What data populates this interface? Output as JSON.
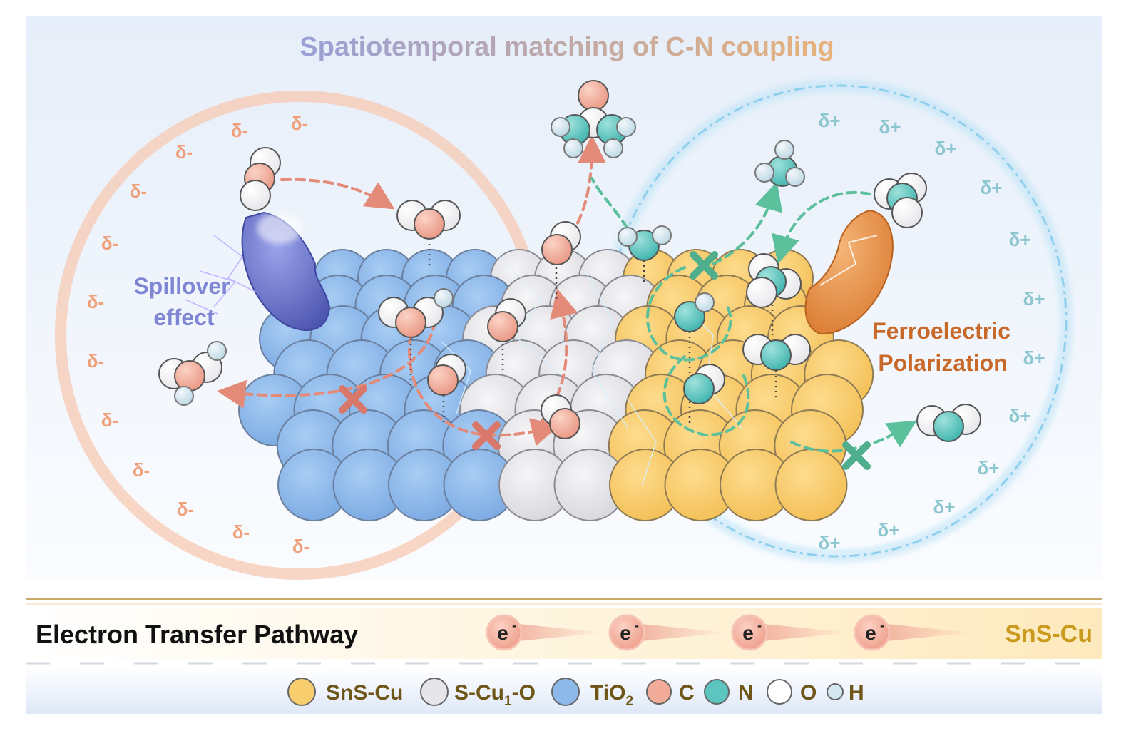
{
  "title": "Spatiotemporal matching of C-N coupling",
  "left_label": {
    "line1": "Spillover",
    "line2": "effect"
  },
  "right_label": {
    "line1": "Ferroelectric",
    "line2": "Polarization"
  },
  "delta_minus": "δ-",
  "delta_plus": "δ+",
  "pathway": {
    "label": "Electron Transfer Pathway",
    "electron_base": "e",
    "electron_sup": "-",
    "electron_count": 4,
    "end_label": "SnS-Cu"
  },
  "legend": [
    {
      "key": "sns-cu",
      "text": "SnS-Cu",
      "color": "#f8cd6e"
    },
    {
      "key": "s-cu1-o",
      "text": "S-Cu",
      "sub": "1",
      "text_after": "-O",
      "color": "#e6e6ea"
    },
    {
      "key": "tio2",
      "text": "TiO",
      "sub": "2",
      "text_after": "",
      "color": "#8db9ea"
    },
    {
      "key": "c",
      "text": "C",
      "color": "#f2ab99"
    },
    {
      "key": "n",
      "text": "N",
      "color": "#5cc5c0"
    },
    {
      "key": "o",
      "text": "O",
      "color": "#ffffff"
    },
    {
      "key": "h",
      "text": "H",
      "color": "#d5e8f0"
    }
  ],
  "colors": {
    "title_gradient_start": "#9aa0d6",
    "title_gradient_end": "#e8b27a",
    "delta_minus": "#f0a17c",
    "delta_plus": "#8cc6cf",
    "spillover": "#7f86d4",
    "ferroelectric": "#c8692a",
    "path_red": "#e38a78",
    "path_green": "#5dc09c",
    "legend_text": "#6e5518",
    "sns_label": "#c99a1c"
  }
}
